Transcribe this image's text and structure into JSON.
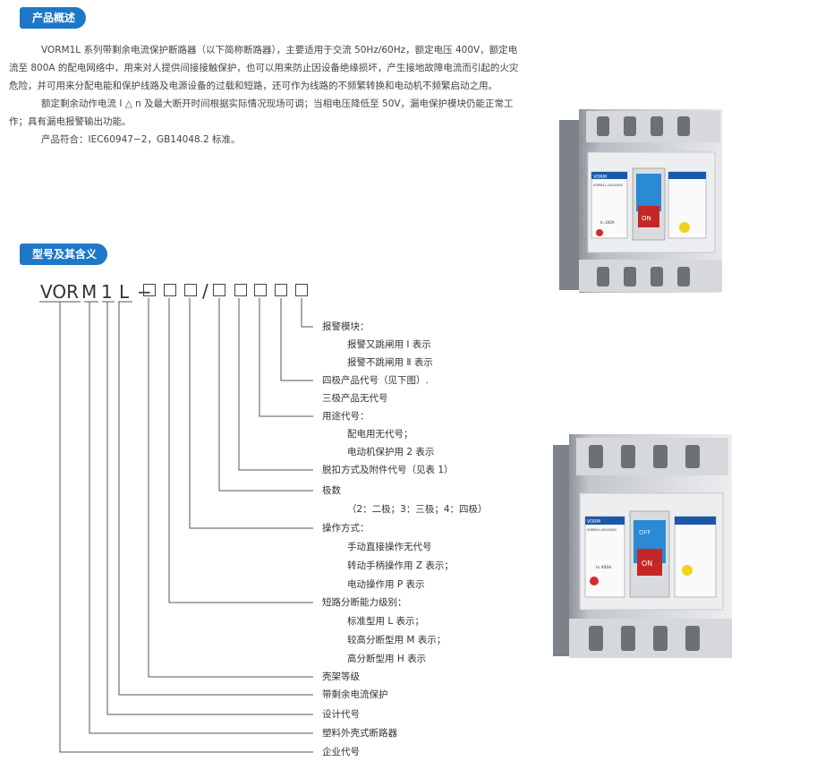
{
  "section1_title": "产品概述",
  "section2_title": "型号及其含义",
  "overview": {
    "p1": "VORM1L 系列带剩余电流保护断路器（以下简称断路器），主要适用于交流 50Hz/60Hz，额定电压 400V，额定电流至 800A 的配电网络中，用来对人提供间接接触保护，也可以用来防止因设备绝缘损坏，产生接地故障电流而引起的火灾危险，并可用来分配电能和保护线路及电源设备的过载和短路，还可作为线路的不频繁转换和电动机不频繁启动之用。",
    "p2": "额定剩余动作电流 I △ n 及最大断开时间根据实际情况现场可调；当相电压降低至 50V，漏电保护模块仍能正常工作；具有漏电报警输出功能。",
    "p3": "产品符合：IEC60947−2，GB14048.2 标准。"
  },
  "model": {
    "parts": [
      "VOR",
      "M",
      "1",
      "L",
      "−"
    ],
    "slash": "/"
  },
  "labels": {
    "alarm": "报警模块：",
    "alarm_1": "报警又跳闸用 Ⅰ 表示",
    "alarm_2": "报警不跳闸用 Ⅱ 表示",
    "four_pole": "四极产品代号（见下图）.",
    "three_pole": "三极产品无代号",
    "usage": "用途代号：",
    "usage_1": "配电用无代号；",
    "usage_2": "电动机保护用 2 表示",
    "release": "脱扣方式及附件代号（见表 1）",
    "poles": "极数",
    "poles_detail": "（2：二极；3：三极；4：四极）",
    "operation": "操作方式：",
    "operation_1": "手动直接操作无代号",
    "operation_2": "转动手柄操作用 Z 表示；",
    "operation_3": "电动操作用 P 表示",
    "breaking": "短路分断能力级别：",
    "breaking_1": "标准型用 L 表示；",
    "breaking_2": "较高分断型用 M 表示；",
    "breaking_3": "高分断型用 H 表示",
    "frame": "壳架等级",
    "residual": "带剩余电流保护",
    "design": "设计代号",
    "mccb": "塑料外壳式断路器",
    "company": "企业代号"
  },
  "product1": {
    "brand": "VORM",
    "model_text": "VORM1L-100/4300",
    "handle": "ON",
    "rating": "In 100A"
  },
  "product2": {
    "brand": "VORM",
    "model_text": "VORM1L-400/4300",
    "handle_top": "OFF",
    "handle": "ON",
    "rating": "In 400A"
  }
}
